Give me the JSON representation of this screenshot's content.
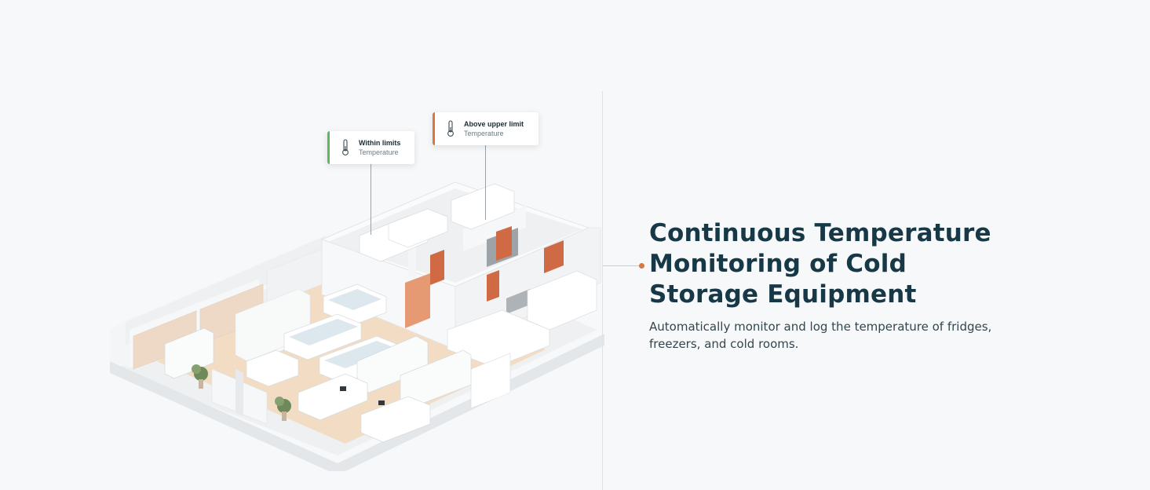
{
  "headline": "Continuous Temperature Monitoring of Cold Storage Equipment",
  "description": "Automatically monitor and log the temperature of fridges, freezers, and cold rooms.",
  "status_cards": [
    {
      "title": "Within limits",
      "subtitle": "Temperature",
      "status_color": "#5cb85c",
      "icon": "thermometer-icon"
    },
    {
      "title": "Above upper limit",
      "subtitle": "Temperature",
      "status_color": "#d8773f",
      "icon": "thermometer-icon"
    }
  ],
  "colors": {
    "background": "#f7f8f9",
    "headline": "#173847",
    "accent_dot": "#d8773f",
    "door": "#cf6a45",
    "floor": "#f3dcc4"
  }
}
